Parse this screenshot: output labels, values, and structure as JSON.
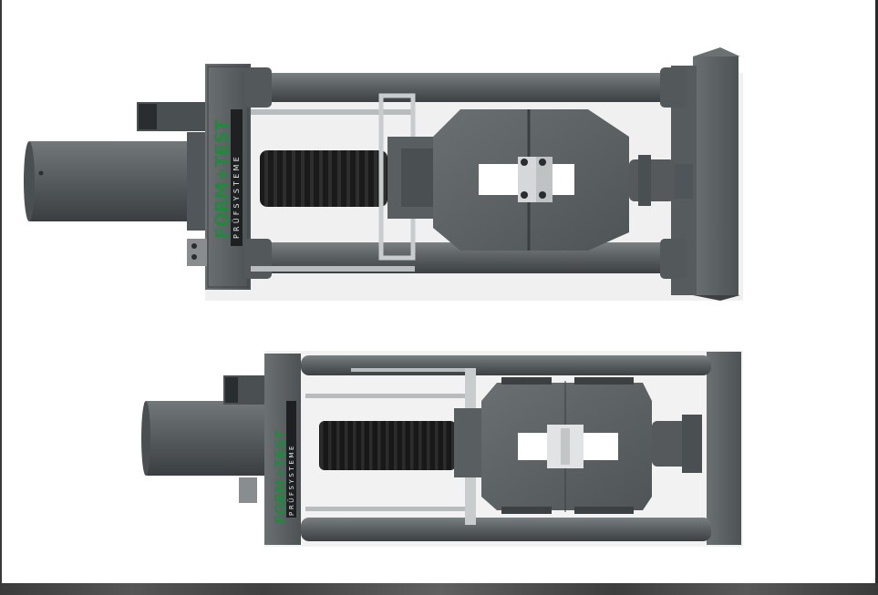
{
  "photo": {
    "brand_top": "FORM+TEST",
    "sub_top": "PRÜFSYSTEME",
    "brand_bottom": "FORM+TEST",
    "sub_bottom": "PRÜFSYSTEME"
  },
  "colors": {
    "machine_gray": "#5f6466",
    "machine_dark": "#3e4244",
    "bellows": "#1c1c1c",
    "brand_green": "#1f8a3c",
    "background": "#ffffff",
    "strip": "#4a4a4a"
  }
}
